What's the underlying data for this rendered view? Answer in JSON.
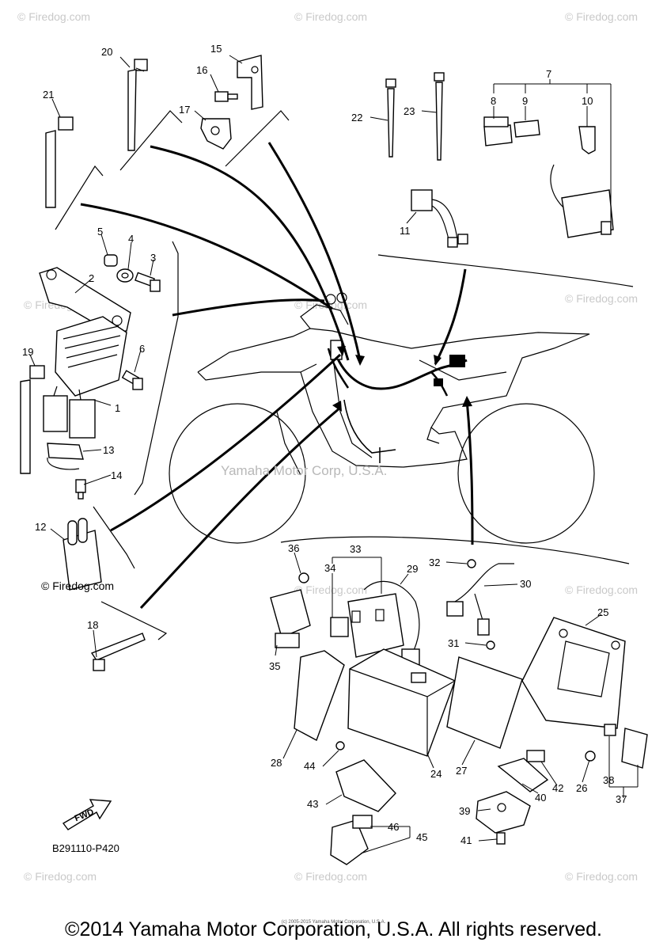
{
  "watermark": {
    "small": "© Firedog.com",
    "main": "Yamaha Motor Corp, U.S.A.",
    "label_left": "© Firedog.com"
  },
  "diagram_code": "B291110-P420",
  "fwd_label": "FWD",
  "copyright": "©2014 Yamaha Motor Corporation, U.S.A. All rights reserved.",
  "copyright_small": "(c) 2005-2015 Yamaha Motor Corporation, U.S.A.",
  "callouts": [
    "1",
    "2",
    "3",
    "4",
    "5",
    "6",
    "7",
    "8",
    "9",
    "10",
    "11",
    "12",
    "13",
    "14",
    "15",
    "16",
    "17",
    "18",
    "19",
    "20",
    "21",
    "22",
    "23",
    "24",
    "25",
    "26",
    "27",
    "28",
    "29",
    "30",
    "31",
    "32",
    "33",
    "34",
    "35",
    "36",
    "37",
    "38",
    "39",
    "40",
    "41",
    "42",
    "43",
    "44",
    "45",
    "46"
  ]
}
